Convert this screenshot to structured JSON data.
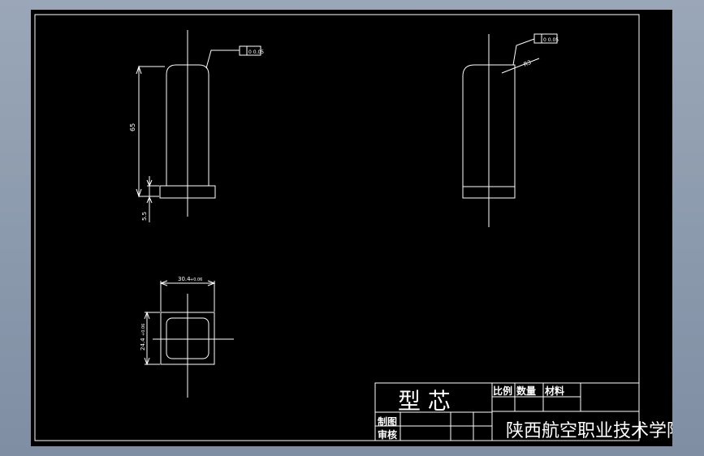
{
  "drawing": {
    "front_view": {
      "tolerance_frame": "0 0.05",
      "height_dim": "65",
      "base_dim": "5.5"
    },
    "side_view": {
      "tolerance_frame": "0 0.05",
      "radius_dim": "R3"
    },
    "top_view": {
      "width_dim": "30.4",
      "width_tol": "+0.06",
      "depth_dim": "24.4",
      "depth_tol": "+0.06"
    }
  },
  "title_block": {
    "part_name": "型 芯",
    "scale_label": "比例",
    "quantity_label": "数量",
    "material_label": "材料",
    "drawn_by_label": "制图",
    "checked_by_label": "审核",
    "institution": "陕西航空职业技术学院"
  }
}
